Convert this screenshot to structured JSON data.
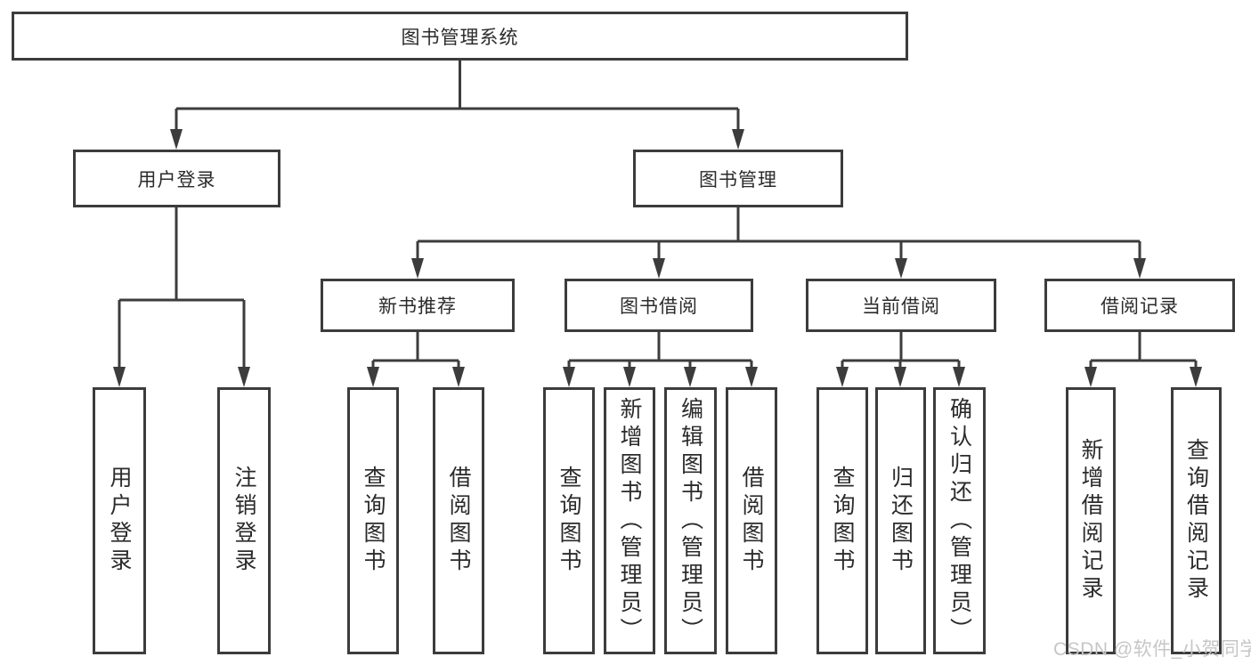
{
  "diagram_title": "图书管理系统",
  "watermark": "CSDN @软件_小贺同学",
  "colors": {
    "line": "#3c3c3c",
    "text": "#2b2b2b",
    "watermark": "#c6c6c6",
    "background": "#ffffff"
  },
  "tree": {
    "root": {
      "label": "图书管理系统"
    },
    "branches": [
      {
        "label": "用户登录",
        "leaves": [
          {
            "label": "用户登录"
          },
          {
            "label": "注销登录"
          }
        ]
      },
      {
        "label": "图书管理",
        "groups": [
          {
            "label": "新书推荐",
            "leaves": [
              {
                "label": "查询图书"
              },
              {
                "label": "借阅图书"
              }
            ]
          },
          {
            "label": "图书借阅",
            "leaves": [
              {
                "label": "查询图书"
              },
              {
                "label": "新增图书（管理员）"
              },
              {
                "label": "编辑图书（管理员）"
              },
              {
                "label": "借阅图书"
              }
            ]
          },
          {
            "label": "当前借阅",
            "leaves": [
              {
                "label": "查询图书"
              },
              {
                "label": "归还图书"
              },
              {
                "label": "确认归还（管理员）"
              }
            ]
          },
          {
            "label": "借阅记录",
            "leaves": [
              {
                "label": "新增借阅记录"
              },
              {
                "label": "查询借阅记录"
              }
            ]
          }
        ]
      }
    ]
  }
}
